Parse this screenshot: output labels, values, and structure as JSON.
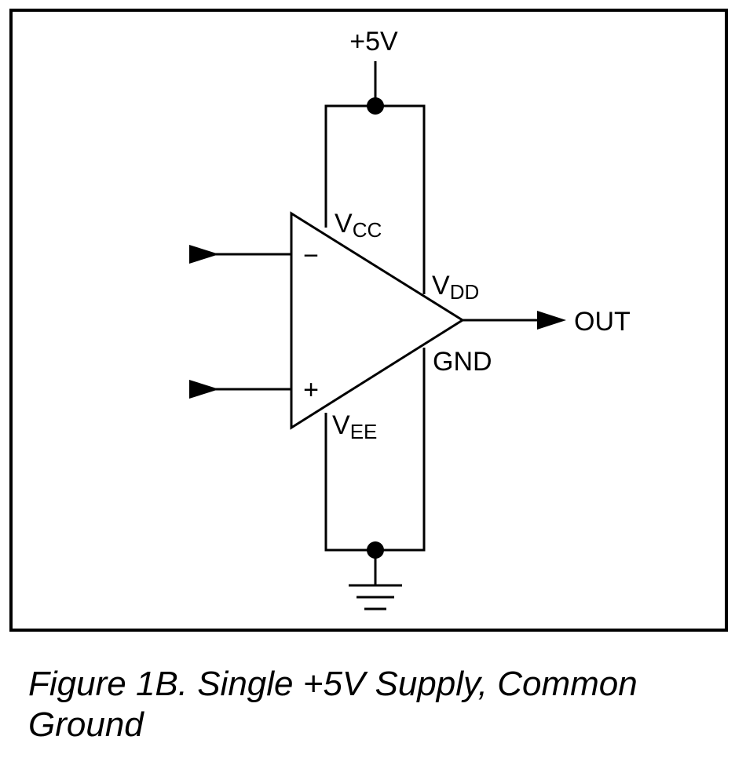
{
  "diagram": {
    "supply_label": "+5V",
    "vcc": {
      "main": "V",
      "sub": "CC"
    },
    "vdd": {
      "main": "V",
      "sub": "DD"
    },
    "vee": {
      "main": "V",
      "sub": "EE"
    },
    "gnd_label": "GND",
    "out_label": "OUT",
    "inverting_symbol": "−",
    "noninverting_symbol": "+"
  },
  "caption": "Figure 1B. Single +5V Supply, Common Ground"
}
